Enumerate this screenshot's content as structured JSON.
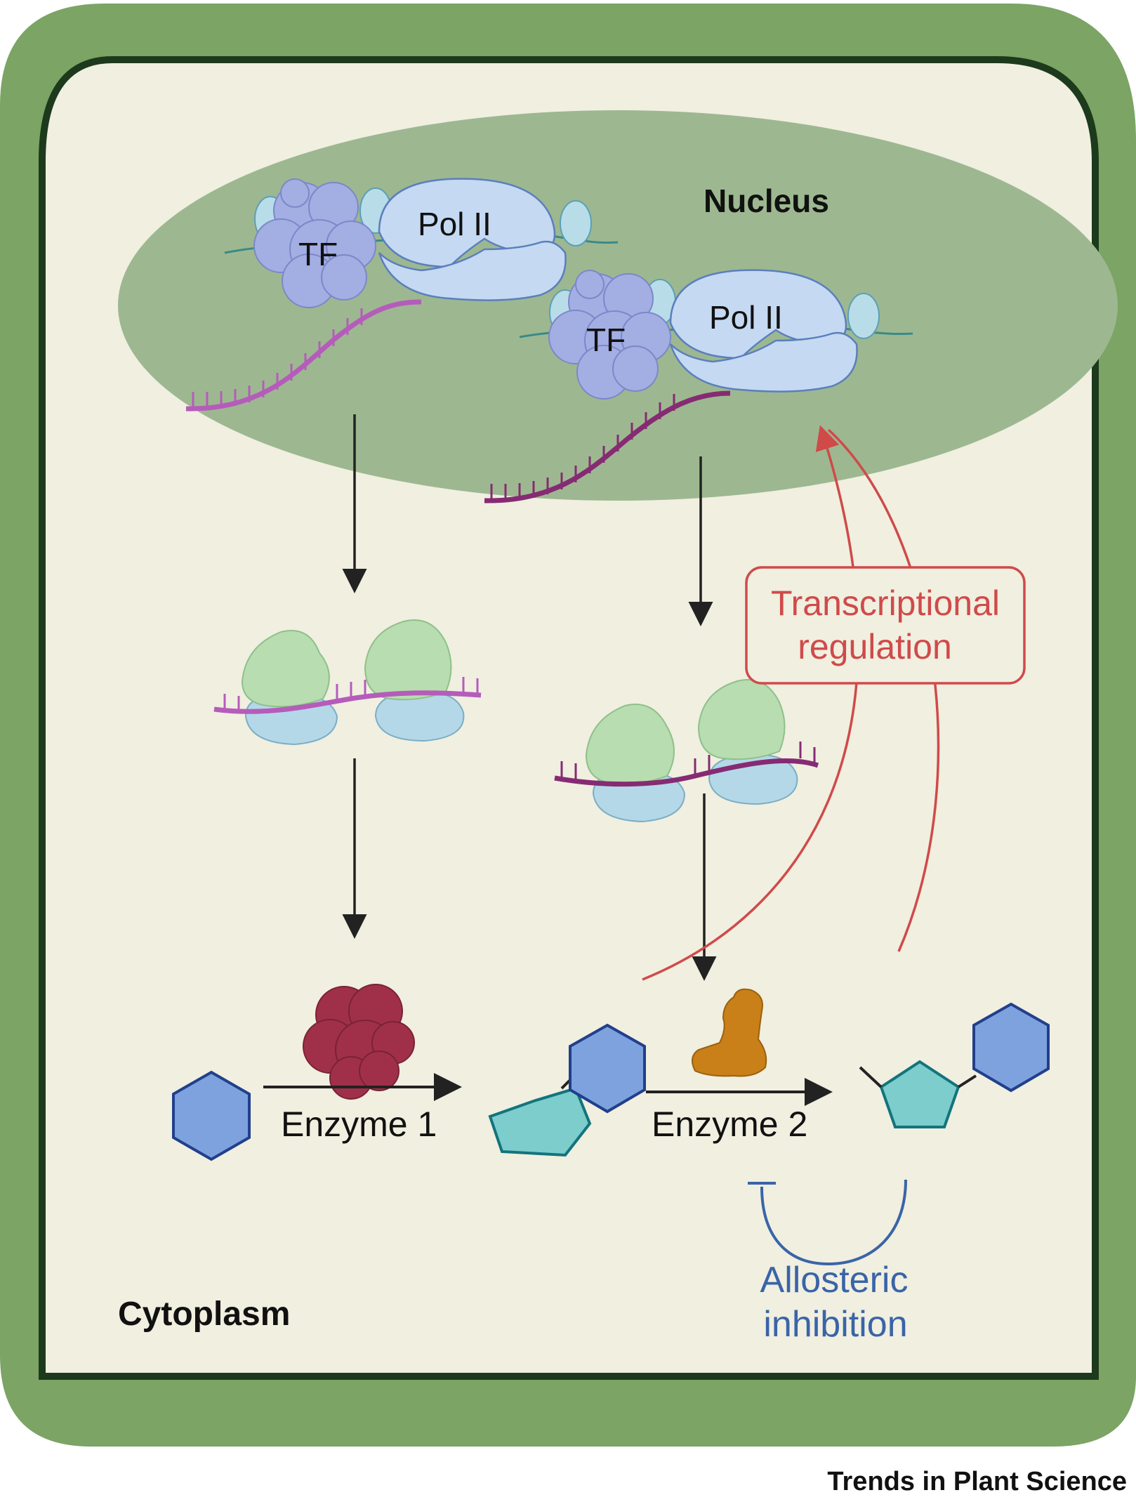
{
  "labels": {
    "nucleus": "Nucleus",
    "cytoplasm": "Cytoplasm",
    "tf": "TF",
    "pol_ii": "Pol II",
    "enzyme_1": "Enzyme 1",
    "enzyme_2": "Enzyme 2",
    "transcriptional_regulation_line1": "Transcriptional",
    "transcriptional_regulation_line2": "regulation",
    "allosteric_inhibition_line1": "Allosteric",
    "allosteric_inhibition_line2": "inhibition",
    "journal": "Trends in Plant Science"
  },
  "colors": {
    "cell_wall": "#7ba465",
    "cell_membrane": "#1d3a1d",
    "cytoplasm": "#f0efe0",
    "nucleus": "#9db890",
    "mrna_light": "#b55cbb",
    "mrna_dark": "#862b73",
    "transcriptional_regulation": "#d04a4a",
    "allosteric_inhibition": "#3a64a8",
    "enzyme_1": "#a0304a",
    "enzyme_2": "#c98018",
    "hexagon": "#7ea2de",
    "pentagon": "#7ccdcc"
  },
  "icons": [
    "transcription-factor-icon",
    "rna-polymerase-icon",
    "ribosome-icon",
    "enzyme-icon",
    "hexagon-molecule-icon",
    "pentagon-molecule-icon"
  ]
}
